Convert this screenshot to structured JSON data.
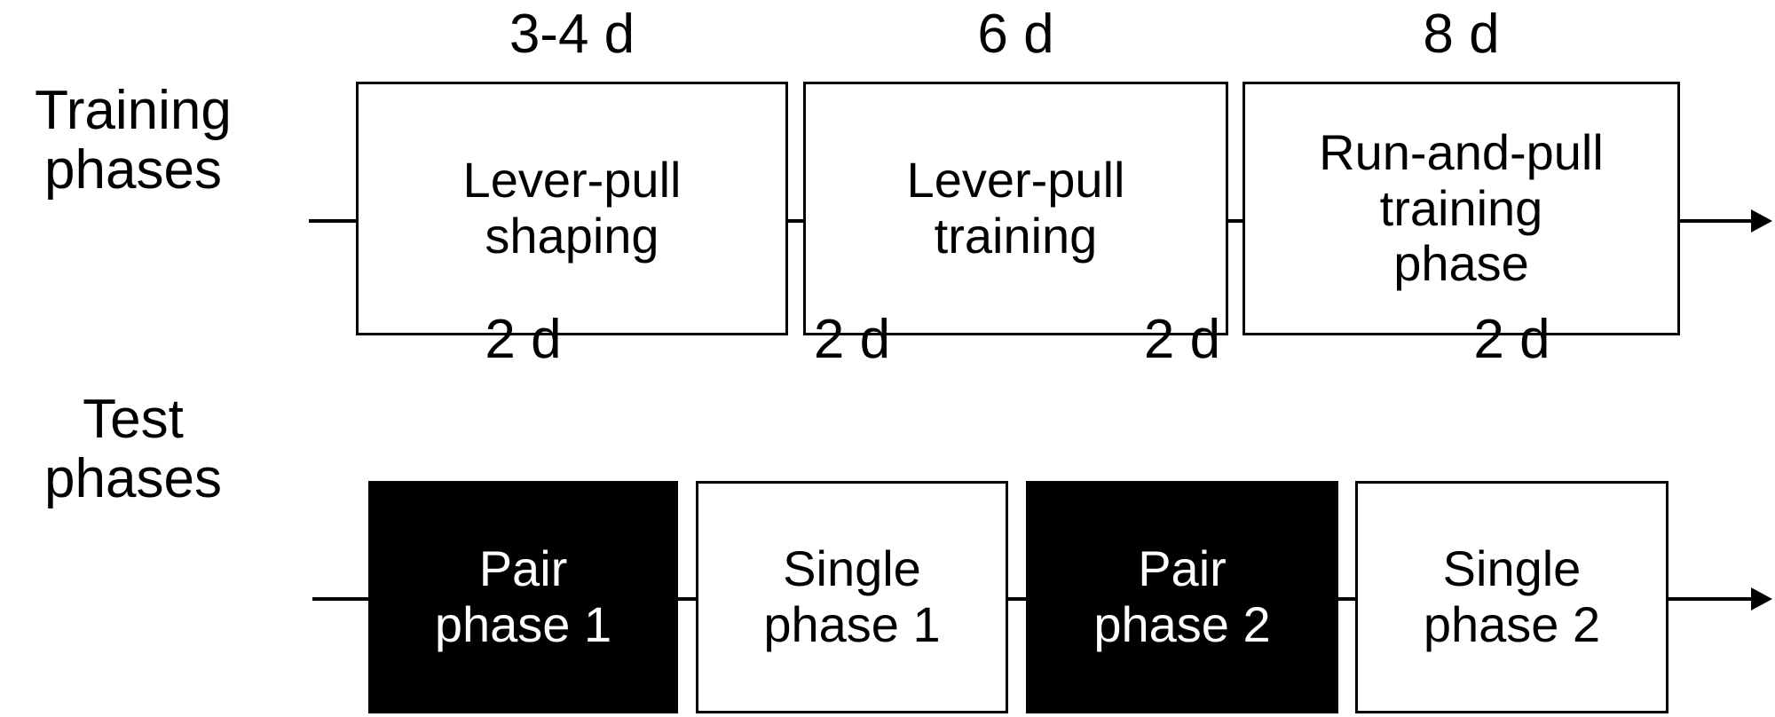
{
  "figure": {
    "type": "experimental-timeline-diagram",
    "background_color": "#ffffff",
    "line_color": "#000000",
    "fill_color": "#000000",
    "text_color_on_fill": "#ffffff"
  },
  "rows": [
    {
      "id": "training",
      "label": "Training\nphases",
      "boxes": [
        {
          "duration": "3-4 d",
          "text": "Lever-pull\nshaping",
          "filled": false
        },
        {
          "duration": "6 d",
          "text": "Lever-pull\ntraining",
          "filled": false
        },
        {
          "duration": "8 d",
          "text": "Run-and-pull\ntraining\nphase",
          "filled": false
        }
      ]
    },
    {
      "id": "test",
      "label": "Test\nphases",
      "boxes": [
        {
          "duration": "2 d",
          "text": "Pair\nphase 1",
          "filled": true
        },
        {
          "duration": "2 d",
          "text": "Single\nphase 1",
          "filled": false
        },
        {
          "duration": "2 d",
          "text": "Pair\nphase 2",
          "filled": true
        },
        {
          "duration": "2 d",
          "text": "Single\nphase 2",
          "filled": false
        }
      ]
    }
  ]
}
